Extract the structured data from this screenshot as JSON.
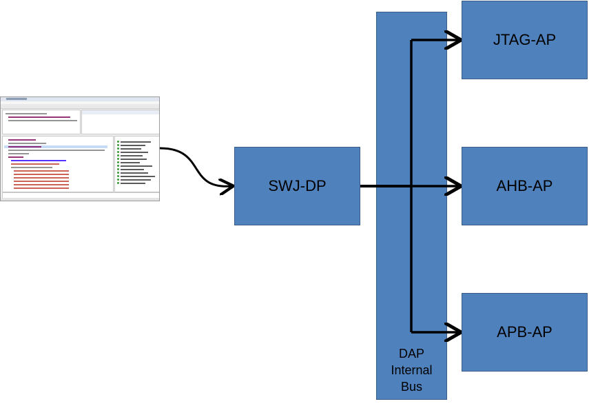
{
  "diagram": {
    "nodes": {
      "swj_dp": "SWJ-DP",
      "jtag_ap": "JTAG-AP",
      "ahb_ap": "AHB-AP",
      "apb_ap": "APB-AP"
    },
    "bus": {
      "line1": "DAP",
      "line2": "Internal",
      "line3": "Bus"
    },
    "edges": [
      {
        "from": "debugger-screenshot",
        "to": "SWJ-DP"
      },
      {
        "from": "SWJ-DP",
        "to": "JTAG-AP"
      },
      {
        "from": "SWJ-DP",
        "to": "AHB-AP"
      },
      {
        "from": "SWJ-DP",
        "to": "APB-AP"
      }
    ]
  },
  "colors": {
    "box_fill": "#4f81bd",
    "box_border": "#385d8a",
    "connector": "#000000"
  },
  "thumbnail": {
    "depicts": "ide-debugger-screenshot"
  }
}
